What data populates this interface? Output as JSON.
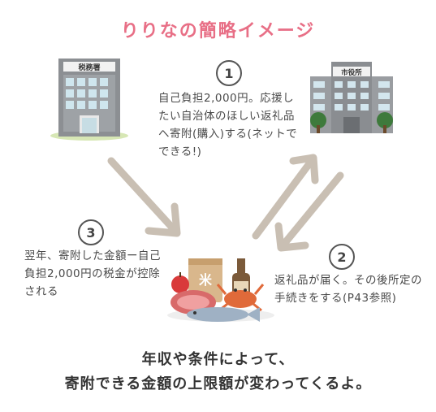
{
  "title": "りりなの簡略イメージ",
  "tax_office": {
    "sign": "税務署"
  },
  "municipality": {
    "sign": "市役所"
  },
  "steps": [
    {
      "number": "1",
      "text": "自己負担2,000円。応援したい自治体のほしい返礼品へ寄附(購入)する(ネットでできる!)"
    },
    {
      "number": "2",
      "text": "返礼品が届く。その後所定の手続きをする(P43参照)"
    },
    {
      "number": "3",
      "text": "翌年、寄附した金額ー自己負担2,000円の税金が控除される"
    }
  ],
  "gifts": {
    "rice_bag_label": "米"
  },
  "footer": {
    "line1": "年収や条件によって、",
    "line2": "寄附できる金額の上限額が変わってくるよ。"
  }
}
